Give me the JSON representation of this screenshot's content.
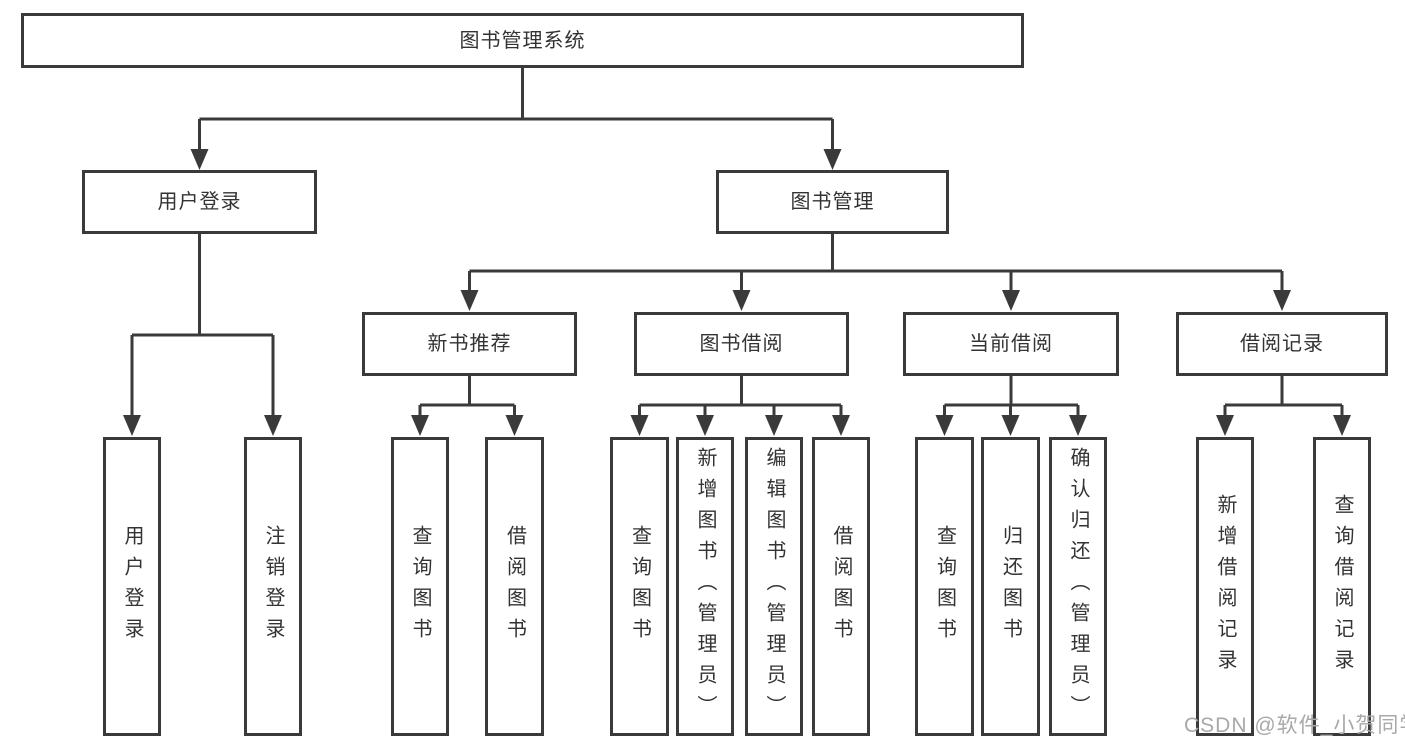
{
  "diagram": {
    "root": {
      "label": "图书管理系统"
    },
    "branches": [
      {
        "label": "用户登录",
        "children": [
          {
            "label": "用户登录"
          },
          {
            "label": "注销登录"
          }
        ]
      },
      {
        "label": "图书管理",
        "children": [
          {
            "label": "新书推荐",
            "children": [
              {
                "label": "查询图书"
              },
              {
                "label": "借阅图书"
              }
            ]
          },
          {
            "label": "图书借阅",
            "children": [
              {
                "label": "查询图书"
              },
              {
                "label": "新增图书（管理员）"
              },
              {
                "label": "编辑图书（管理员）"
              },
              {
                "label": "借阅图书"
              }
            ]
          },
          {
            "label": "当前借阅",
            "children": [
              {
                "label": "查询图书"
              },
              {
                "label": "归还图书"
              },
              {
                "label": "确认归还（管理员）"
              }
            ]
          },
          {
            "label": "借阅记录",
            "children": [
              {
                "label": "新增借阅记录"
              },
              {
                "label": "查询借阅记录"
              }
            ]
          }
        ]
      }
    ]
  },
  "watermark": {
    "text": "CSDN @软件_小贺同学"
  },
  "colors": {
    "line": "#3a3a3a",
    "text": "#333333",
    "background": "#ffffff",
    "watermark": "#a9a9a9"
  }
}
